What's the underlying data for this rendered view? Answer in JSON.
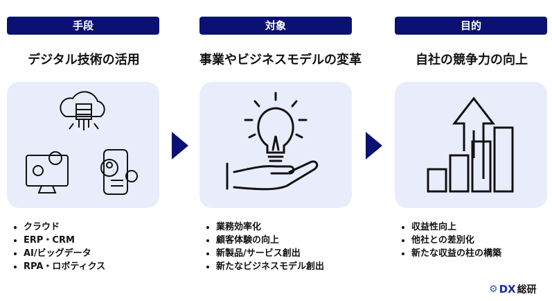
{
  "columns": [
    {
      "header": "手段",
      "title": "デジタル技術の活用",
      "icon": "cloud-devices-icon",
      "bullets": [
        "クラウド",
        "ERP・CRM",
        "AI/ビッグデータ",
        "RPA・ロボティクス"
      ]
    },
    {
      "header": "対象",
      "title": "事業やビジネスモデルの変革",
      "icon": "lightbulb-hand-icon",
      "bullets": [
        "業務効率化",
        "顧客体験の向上",
        "新製品/サービス創出",
        "新たなビジネスモデル創出"
      ]
    },
    {
      "header": "目的",
      "title": "自社の競争力の向上",
      "icon": "growth-chart-icon",
      "bullets": [
        "収益性向上",
        "他社との差別化",
        "新たな収益の柱の構築"
      ]
    }
  ],
  "logo": {
    "mark": "DX",
    "text": "総研"
  },
  "colors": {
    "accent": "#0a1172",
    "card": "#e9ecfb"
  }
}
